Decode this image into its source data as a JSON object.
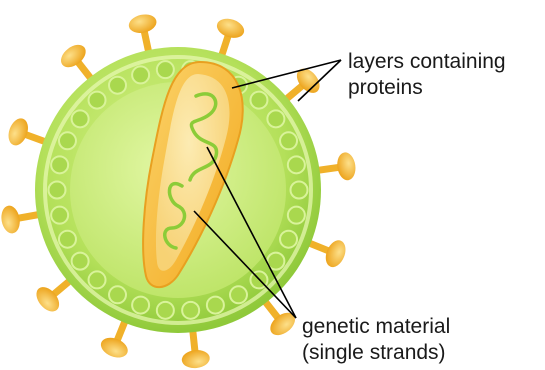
{
  "labels": {
    "protein_layers": {
      "line1": "layers containing",
      "line2": "proteins"
    },
    "genetic_material": {
      "line1": "genetic material",
      "line2": "(single strands)"
    }
  },
  "colors": {
    "outer_envelope": "#a6d94a",
    "inner_layer": "#c8ec6e",
    "small_circles": "#9fd046",
    "spikes": "#f2b630",
    "capsid_outer": "#f7b931",
    "capsid_inner": "#fae08a",
    "rna_strands": "#8ccc38",
    "leader_lines": "#000000"
  },
  "icons": {
    "spikes": "glycoprotein-spike",
    "rim_circles": "protein-subunit-circle"
  }
}
